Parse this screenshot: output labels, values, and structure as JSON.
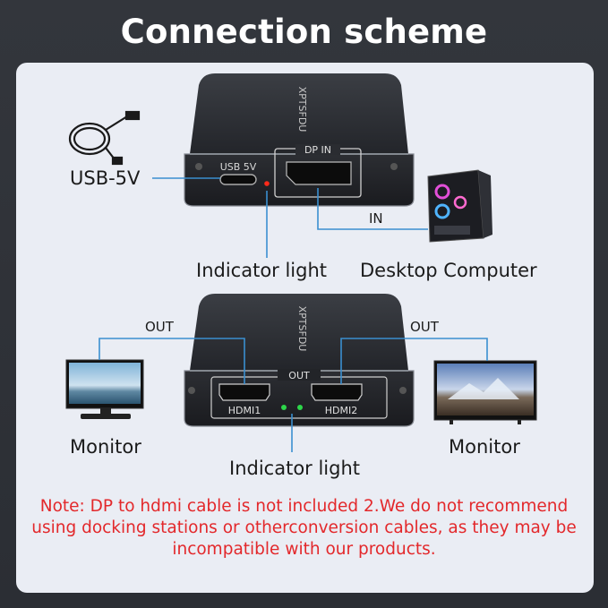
{
  "title": "Connection scheme",
  "labels": {
    "usb_power": "USB-5V",
    "indicator_top": "Indicator light",
    "desktop_computer": "Desktop Computer",
    "in": "IN",
    "out_left": "OUT",
    "out_right": "OUT",
    "monitor_left": "Monitor",
    "monitor_right": "Monitor",
    "indicator_bottom": "Indicator light"
  },
  "device": {
    "brand": "XPTSFDU",
    "usb_port_label": "USB 5V",
    "dp_port_label": "DP IN",
    "out_group_label": "OUT",
    "hdmi1_label": "HDMI1",
    "hdmi2_label": "HDMI2"
  },
  "note": "Note: DP to hdmi cable is not included 2.We do not recommend using docking stations or otherconversion cables, as they may be incompatible with our products.",
  "colors": {
    "panel_bg": "#eaedf4",
    "connector_line": "#3a8fd0",
    "note_text": "#e3282b",
    "indicator_red": "#ff2a1a",
    "indicator_green": "#2dd64a"
  }
}
